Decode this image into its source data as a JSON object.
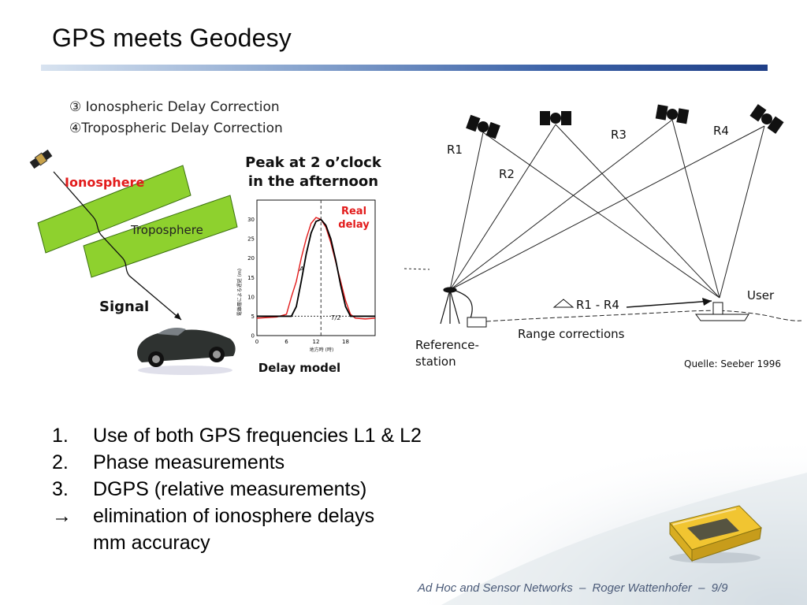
{
  "slide": {
    "title": "GPS meets Geodesy"
  },
  "left_figure": {
    "line1": "③ Ionospheric Delay Correction",
    "line2": "④Tropospheric Delay Correction",
    "ionosphere_label": "Ionosphere",
    "troposphere_label": "Troposphere",
    "signal_label": "Signal"
  },
  "delay_chart": {
    "heading_line1": "Peak at 2 o’clock",
    "heading_line2": "in the afternoon",
    "real_delay_line1": "Real",
    "real_delay_line2": "delay",
    "model_label": "Delay model",
    "ylabel": "電離層による遅延 (m)",
    "xlabel": "地方時 (時)",
    "annotation_a": "A",
    "annotation_t2": "T/2",
    "colors": {
      "real": "#e21b1b",
      "model": "#000000"
    }
  },
  "chart_data": {
    "type": "line",
    "title": "Peak at 2 o’clock in the afternoon",
    "xlabel": "地方時 (時)",
    "ylabel": "電離層による遅延 (m)",
    "xlim": [
      0,
      24
    ],
    "ylim": [
      0,
      35
    ],
    "x_ticks": [
      "0",
      "6",
      "12",
      "18"
    ],
    "y_ticks": [
      "0",
      "5",
      "10",
      "15",
      "20",
      "25",
      "30"
    ],
    "series": [
      {
        "name": "Real delay",
        "x": [
          0,
          4,
          6,
          7,
          8,
          9,
          10,
          11,
          12,
          13,
          14,
          15,
          16,
          17,
          18,
          19,
          20,
          22,
          24
        ],
        "y": [
          4.5,
          4.8,
          5.5,
          10,
          14,
          20,
          25,
          29,
          30.5,
          30,
          28,
          24,
          19,
          14,
          9,
          5.5,
          4.5,
          4.3,
          4.5
        ]
      },
      {
        "name": "Delay model",
        "x": [
          0,
          7,
          8,
          9,
          10,
          11,
          12,
          13,
          14,
          15,
          16,
          17,
          18,
          19,
          20,
          24
        ],
        "y": [
          5,
          5,
          7.5,
          14,
          21,
          26.5,
          29.5,
          30,
          28.5,
          25,
          19.5,
          13,
          7.5,
          5,
          5,
          5
        ]
      }
    ],
    "grid": false
  },
  "dgps_figure": {
    "r1": "R1",
    "r2": "R2",
    "r3": "R3",
    "r4": "R4",
    "user_label": "User",
    "r1_r4_label": "R1 - R4",
    "range_corrections": "Range corrections",
    "reference_line1": "Reference-",
    "reference_line2": "station",
    "source": "Quelle: Seeber 1996"
  },
  "bullets": {
    "items": [
      {
        "marker": "1.",
        "text": "Use of both GPS frequencies L1 & L2"
      },
      {
        "marker": "2.",
        "text": "Phase measurements"
      },
      {
        "marker": "3.",
        "text": "DGPS (relative measurements)"
      },
      {
        "marker": "→",
        "text": "elimination of ionosphere delays"
      },
      {
        "marker": "",
        "text": "mm accuracy"
      }
    ]
  },
  "footer": {
    "course": "Ad Hoc and Sensor Networks",
    "sep": "–",
    "author": "Roger Wattenhofer",
    "page": "9/9"
  }
}
